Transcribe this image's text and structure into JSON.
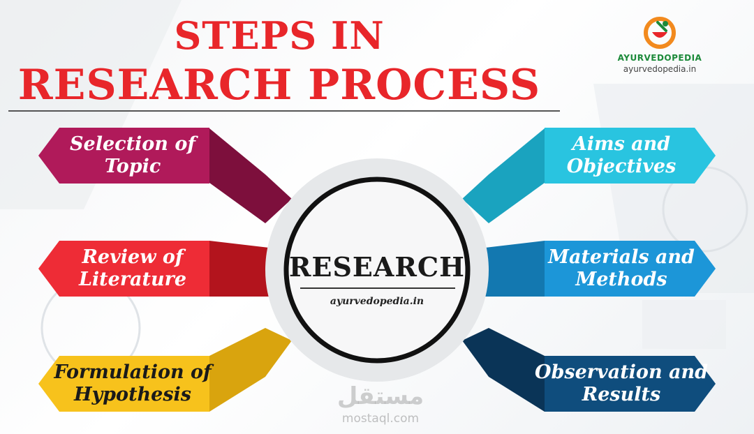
{
  "header": {
    "title_line1": "STEPS IN",
    "title_line2": "RESEARCH PROCESS"
  },
  "logo": {
    "brand": "AYURVEDOPEDIA",
    "url": "ayurvedopedia.in"
  },
  "center": {
    "label": "RESEARCH",
    "url": "ayurvedopedia.in"
  },
  "steps": [
    {
      "label": "Selection of Topic",
      "color": "#b01a5a",
      "side": "left"
    },
    {
      "label": "Review of\nLiterature",
      "color": "#ee2c36",
      "side": "left"
    },
    {
      "label": "Formulation of\nHypothesis",
      "color": "#f7c21c",
      "side": "left"
    },
    {
      "label": "Aims and\nObjectives",
      "color": "#29c4e0",
      "side": "right"
    },
    {
      "label": "Materials and\nMethods",
      "color": "#1c96d8",
      "side": "right"
    },
    {
      "label": "Observation and\nResults",
      "color": "#0f4d7d",
      "side": "right"
    }
  ],
  "watermark": {
    "arabic": "مستقل",
    "latin": "mostaql.com"
  }
}
